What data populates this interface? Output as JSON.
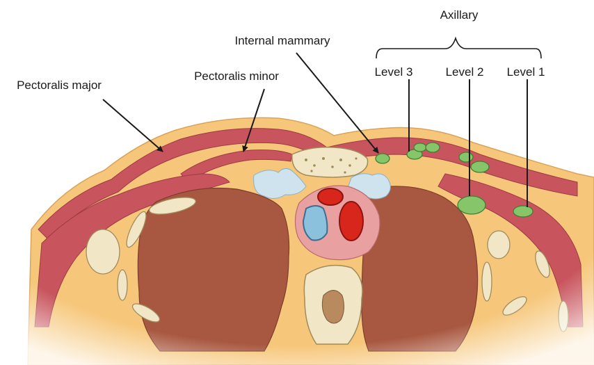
{
  "labels": {
    "pectoralis_major": "Pectoralis major",
    "pectoralis_minor": "Pectoralis minor",
    "internal_mammary": "Internal mammary",
    "axillary": "Axillary",
    "level_3": "Level 3",
    "level_2": "Level 2",
    "level_1": "Level 1"
  },
  "colors": {
    "fat": "#f6c77b",
    "muscle": "#c8545d",
    "lung": "#a85840",
    "bone": "#f1e6c5",
    "node": "#86c56a",
    "artery": "#d9261d",
    "vein": "#8cc1dd",
    "thymus": "#cfe3ef",
    "mediastinum": "#e8a0a0"
  }
}
